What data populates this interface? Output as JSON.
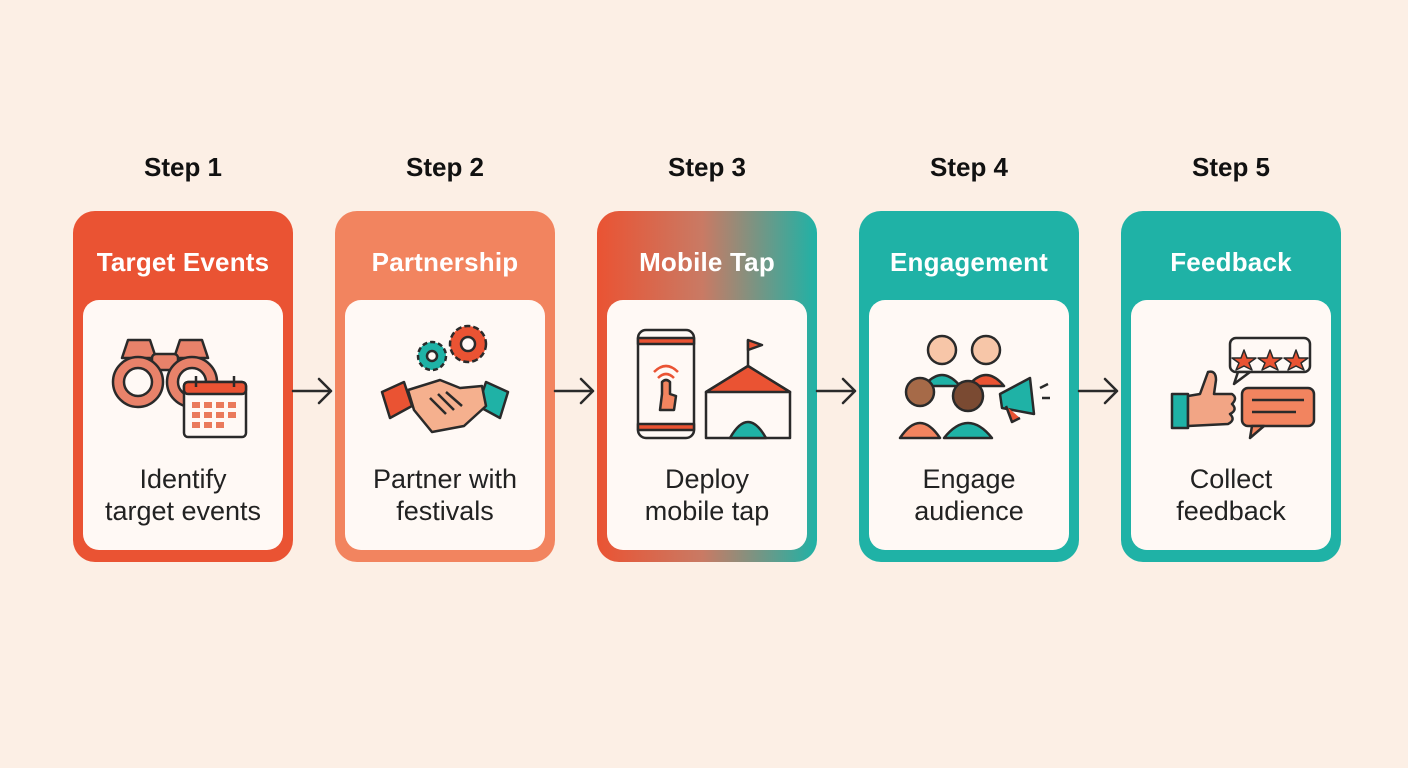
{
  "steps": [
    {
      "step_label": "Step 1",
      "title": "Target Events",
      "description": [
        "Identify",
        "target events"
      ],
      "icon": "binoculars-calendar-icon"
    },
    {
      "step_label": "Step 2",
      "title": "Partnership",
      "description": [
        "Partner with",
        "festivals"
      ],
      "icon": "handshake-gears-icon"
    },
    {
      "step_label": "Step 3",
      "title": "Mobile Tap",
      "description": [
        "Deploy",
        "mobile tap"
      ],
      "icon": "phone-tap-tent-icon"
    },
    {
      "step_label": "Step 4",
      "title": "Engagement",
      "description": [
        "Engage",
        "audience"
      ],
      "icon": "people-megaphone-icon"
    },
    {
      "step_label": "Step 5",
      "title": "Feedback",
      "description": [
        "Collect",
        "feedback"
      ],
      "icon": "thumbs-up-rating-icon"
    }
  ],
  "colors": {
    "background": "#fcefe5",
    "red": "#ea5333",
    "salmon": "#f2845f",
    "teal": "#1fb2a6",
    "line": "#2a2a2a"
  }
}
